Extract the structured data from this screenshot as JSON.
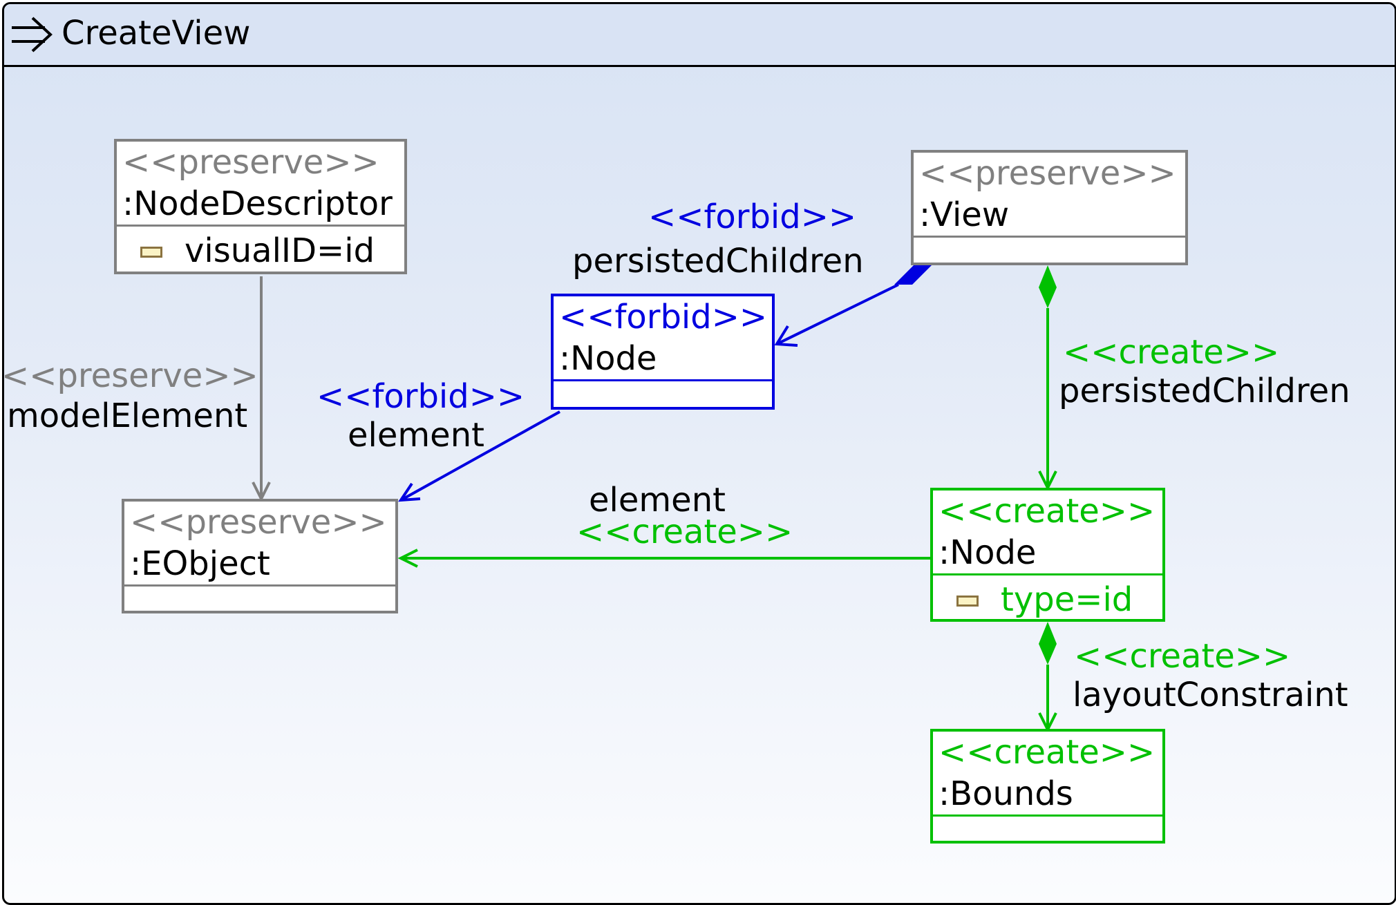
{
  "diagram": {
    "title": "CreateView",
    "colors": {
      "preserve": "#808080",
      "forbid": "#0000e0",
      "create": "#00c000"
    },
    "nodes": {
      "node_descriptor": {
        "stereotype": "<<preserve>>",
        "name": ":NodeDescriptor",
        "attribute": "visualID=id"
      },
      "view": {
        "stereotype": "<<preserve>>",
        "name": ":View"
      },
      "forbid_node": {
        "stereotype": "<<forbid>>",
        "name": ":Node"
      },
      "eobject": {
        "stereotype": "<<preserve>>",
        "name": ":EObject"
      },
      "create_node": {
        "stereotype": "<<create>>",
        "name": ":Node",
        "attribute": "type=id"
      },
      "bounds": {
        "stereotype": "<<create>>",
        "name": ":Bounds"
      }
    },
    "edges": {
      "model_element": {
        "stereotype": "<<preserve>>",
        "role": "modelElement"
      },
      "forbid_persisted": {
        "stereotype": "<<forbid>>",
        "role": "persistedChildren"
      },
      "forbid_element": {
        "stereotype": "<<forbid>>",
        "role": "element"
      },
      "create_persisted": {
        "stereotype": "<<create>>",
        "role": "persistedChildren"
      },
      "create_element": {
        "stereotype": "<<create>>",
        "role": "element"
      },
      "layout_constraint": {
        "stereotype": "<<create>>",
        "role": "layoutConstraint"
      }
    }
  }
}
